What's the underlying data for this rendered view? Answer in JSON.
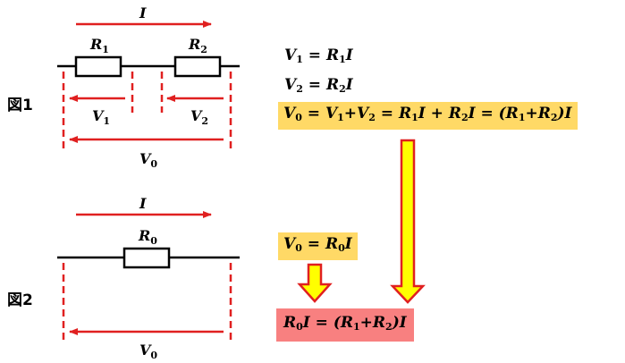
{
  "figure1": {
    "label": "図1",
    "current_label": "I",
    "resistor1": {
      "symbol": "R",
      "sub": "1"
    },
    "resistor2": {
      "symbol": "R",
      "sub": "2"
    },
    "voltage1": {
      "symbol": "V",
      "sub": "1"
    },
    "voltage2": {
      "symbol": "V",
      "sub": "2"
    },
    "voltage_total": {
      "symbol": "V",
      "sub": "0"
    }
  },
  "figure2": {
    "label": "図2",
    "current_label": "I",
    "resistor0": {
      "symbol": "R",
      "sub": "0"
    },
    "voltage_total": {
      "symbol": "V",
      "sub": "0"
    }
  },
  "equations": {
    "eq1": {
      "lhs": "V",
      "lhs_sub": "1",
      "rhs": "R",
      "rhs_sub": "1",
      "rhs_tail": "I"
    },
    "eq2": {
      "lhs": "V",
      "lhs_sub": "2",
      "rhs": "R",
      "rhs_sub": "2",
      "rhs_tail": "I"
    },
    "eq3_text": {
      "p1": "V",
      "s1": "0",
      "p2": " = V",
      "s2": "1",
      "p3": "+V",
      "s3": "2",
      "p4": " = R",
      "s4": "1",
      "p5": "I + R",
      "s5": "2",
      "p6": "I = (R",
      "s6": "1",
      "p7": "+R",
      "s7": "2",
      "p8": ")I"
    },
    "eq4": {
      "p1": "V",
      "s1": "0",
      "p2": " = R",
      "s2": "0",
      "p3": "I"
    },
    "eq5": {
      "p1": "R",
      "s1": "0",
      "p2": "I = (R",
      "s2": "1",
      "p3": "+R",
      "s3": "2",
      "p4": ")I"
    }
  },
  "colors": {
    "arrow_red": "#e02020",
    "highlight_yellow": "#ffd966",
    "highlight_red": "#f88080",
    "block_arrow_fill": "#ffff00",
    "block_arrow_stroke": "#e02020"
  }
}
